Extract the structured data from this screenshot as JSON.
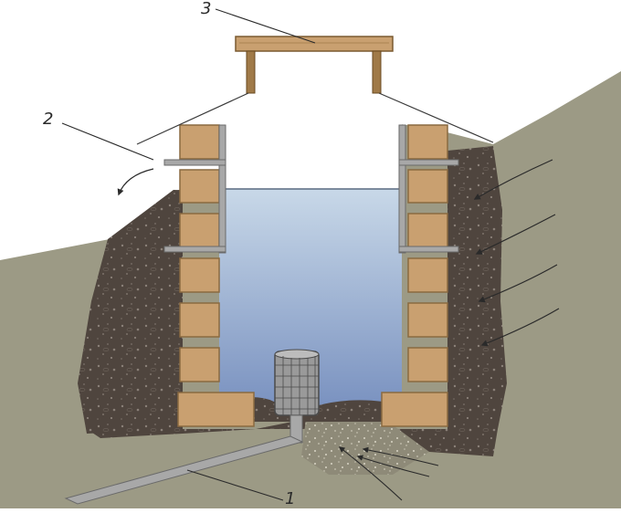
{
  "labels": {
    "pipe": "1",
    "vent": "2",
    "lid": "3"
  },
  "colors": {
    "soil": "#9c9a85",
    "gravel": "#4a403a",
    "brick": "#c9a070",
    "brick_edge": "#8a6a40",
    "pipe": "#a8a8a8",
    "water_top": "#c8d8e8",
    "water_bottom": "#7a92c0",
    "lid": "#c9a070",
    "filter": "#8a8a8a"
  },
  "icons": {
    "pipe": "drain-pipe-icon",
    "vent": "vent-pipe-icon",
    "filter": "mesh-filter-icon",
    "arrow": "seepage-arrow-icon"
  }
}
